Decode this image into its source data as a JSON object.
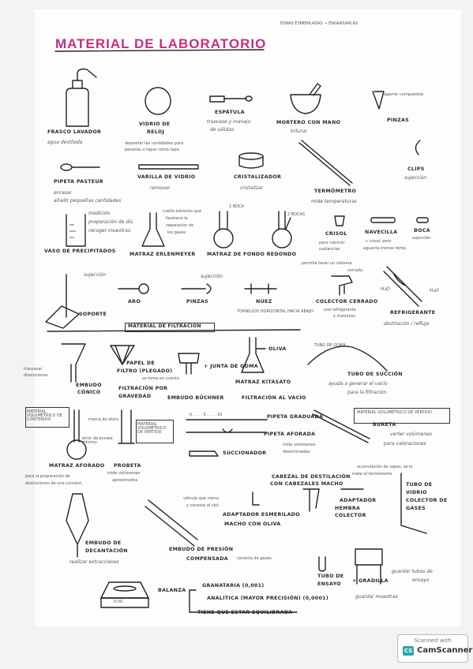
{
  "header": {
    "note": "ZONAS ESMERILADAS → ENGRASARLAS",
    "title": "MATERIAL DE LABORATORIO"
  },
  "row1": {
    "frasco": {
      "name": "FRASCO LAVADOR",
      "desc": "agua destilada"
    },
    "vidrio": {
      "name_l1": "VIDRIO DE",
      "name_l2": "RELOJ",
      "desc_l1": "depositar las cantidades para",
      "desc_l2": "pesarlas o tapar como tapa"
    },
    "espatula": {
      "name": "ESPÁTULA",
      "desc_l1": "trasvase y manejo",
      "desc_l2": "de sólidos"
    },
    "mortero": {
      "name": "MORTERO CON MANO",
      "desc": "triturar"
    },
    "pinzas": {
      "name": "PINZAS",
      "desc": "agarrar compuestos"
    }
  },
  "row2": {
    "pipeta": {
      "name": "PIPETA PASTEUR",
      "desc_l1": "enrasar",
      "desc_l2": "añadir pequeñas cantidades"
    },
    "varilla": {
      "name": "VARILLA DE VIDRIO",
      "desc": "remover"
    },
    "cristalizador": {
      "name": "CRISTALIZADOR",
      "desc": "cristalizar"
    },
    "termometro": {
      "name": "TERMÓMETRO",
      "desc": "mide temperaturas"
    },
    "clips": {
      "name": "CLIPS",
      "desc": "sujección"
    }
  },
  "row3": {
    "vaso": {
      "name": "VASO DE PRECIPITADOS",
      "desc_l1": "medición",
      "desc_l2": "preparación de dis.",
      "desc_l3": "recoger muestras"
    },
    "erlenmeyer": {
      "name": "MATRAZ ERLENMEYER",
      "desc_l1": "cuello estrecho que",
      "desc_l2": "favorece la",
      "desc_l3": "separación de",
      "desc_l4": "los gases"
    },
    "fondo_redondo": {
      "name": "MATRAZ DE FONDO REDONDO",
      "label1": "1 BOCA",
      "label2": "2 BOCAS"
    },
    "crisol": {
      "name": "CRISOL",
      "desc_l1": "para calcinar",
      "desc_l2": "sustancias"
    },
    "navecilla": {
      "name": "NAVECILLA",
      "desc_l1": "≈ crisol, pero",
      "desc_l2": "aguanta menos temp."
    },
    "bocas": {
      "name": "BOCA",
      "desc": "sujección"
    }
  },
  "row4": {
    "soporte": {
      "name": "SOPORTE",
      "desc": "sujección"
    },
    "aro": {
      "name": "ARO"
    },
    "pinzas": {
      "name": "PINZAS",
      "desc": "sujección"
    },
    "nuez": {
      "name": "NUEZ",
      "desc": "TORNILLOS HORIZONTAL HACIA ABAJO"
    },
    "colector": {
      "name": "COLECTOR CERRADO",
      "desc_l1": "permite tener un sistema",
      "desc_l2": "cerrado.",
      "desc_l3": "une refrigerante",
      "desc_l4": "y matraces"
    },
    "refrigerante": {
      "name": "REFRIGERANTE",
      "desc": "destilación / reflujo",
      "h2o": "H₂O"
    }
  },
  "filtracion": {
    "header": "MATERIAL DE FILTRACIÓN",
    "embudo": {
      "name_l1": "EMBUDO",
      "name_l2": "CÓNICO",
      "desc_l1": "trasvasar",
      "desc_l2": "disoluciones"
    },
    "papel": {
      "name_l1": "PAPEL DE",
      "name_l2": "FILTRO (PLEGADO)",
      "desc_l1": "FILTRACIÓN POR",
      "desc_l2": "GRAVEDAD",
      "extra": "se toma en cuenta"
    },
    "buchner": {
      "name": "EMBUDO BÜCHNER",
      "junta": "+ JUNTA DE GOMA"
    },
    "kitasato": {
      "name": "MATRAZ KITASATO",
      "oliva": "OLIVA",
      "desc": "FILTRACIÓN AL VACÍO"
    },
    "tubo_goma": {
      "name": "TUBO DE GOMA"
    },
    "tubo_succion": {
      "name": "TUBO DE SUCCIÓN",
      "desc_l1": "ayuda a generar el vacío",
      "desc_l2": "para la filtración"
    }
  },
  "volumetrico": {
    "contenido_box": "MATERIAL VOLUMÉTRICO DE CONTENIDO",
    "vertido_box": "MATERIAL VOLUMÉTRICO DE VERTIDO",
    "vertido_box2": "MATERIAL VOLUMÉTRICO DE VERTIDO",
    "aforado": {
      "name": "MATRAZ AFORADO",
      "marca": "marca de aforo",
      "error": "error de enrase mínimo",
      "desc_l1": "para la preparación de",
      "desc_l2": "disoluciones de una concent."
    },
    "probeta": {
      "name": "PROBETA",
      "desc_l1": "mide volúmenes",
      "desc_l2": "aproximados"
    },
    "pipeta_graduada": {
      "name": "PIPETA GRADUADA",
      "scale": "0 . . . . 5 . . . . 10"
    },
    "pipeta_aforada": {
      "name": "PIPETA AFORADA",
      "desc_l1": "mide volúmenes",
      "desc_l2": "determinados"
    },
    "succionador": {
      "name": "SUCCIONADOR"
    },
    "bureta": {
      "name": "BURETA",
      "desc_l1": "verter volúmenes",
      "desc_l2": "para valoraciones"
    }
  },
  "destilacion": {
    "cabezal": {
      "name_l1": "CABEZAL DE DESTILACIÓN",
      "name_l2": "CON CABEZALES MACHO",
      "desc_l1": "acumulación de vapor, se le",
      "desc_l2": "mete el termómetro"
    },
    "adaptador": {
      "name": "ADAPTADOR",
      "desc_l1": "HEMBRA",
      "desc_l2": "COLECTOR"
    },
    "tubo_vidrio": {
      "name_l1": "TUBO DE",
      "name_l2": "VIDRIO",
      "name_l3": "COLECTOR DE",
      "name_l4": "GASES"
    },
    "decantacion": {
      "name_l1": "EMBUDO DE",
      "name_l2": "DECANTACIÓN",
      "desc": "realizar extracciones"
    },
    "valvula": {
      "desc_l1": "válvula que cierra",
      "desc_l2": "y conecta el sist."
    },
    "adaptador_esmerilado": {
      "name_l1": "ADAPTADOR ESMERILADO",
      "name_l2": "MACHO CON OLIVA"
    },
    "presion": {
      "name": "EMBUDO DE PRESIÓN",
      "desc_l1": "COMPENSADA",
      "desc_l2": "conecta de gases"
    }
  },
  "bottom": {
    "balanza": {
      "name": "BALANZA",
      "granataria": "GRANATARIA (0,001)",
      "analitica": "ANALÍTICA (mayor precisión) (0,0001)",
      "display": "0.00",
      "note": "TIENE QUE ESTAR EQUILIBRADA"
    },
    "ensayo": {
      "name_l1": "TUBO DE",
      "name_l2": "ENSAYO"
    },
    "gradilla": {
      "name": "+ GRADILLA",
      "desc_l1": "guardar tubos de",
      "desc_l2": "ensayo",
      "desc_l3": "guardar muestras"
    }
  },
  "badge": {
    "top": "Scanned with",
    "name": "CamScanner",
    "logo": "CS"
  },
  "colors": {
    "title": "#c2307e",
    "ink": "#222222",
    "paper": "#fdfdfb"
  }
}
